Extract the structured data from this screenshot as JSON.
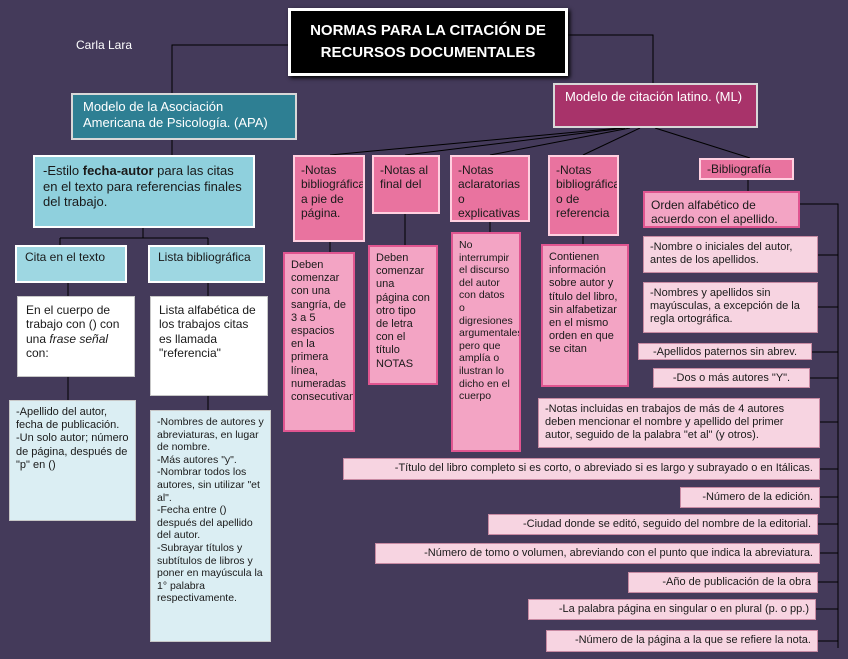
{
  "title": "NORMAS PARA LA CITACIÓN DE RECURSOS DOCUMENTALES",
  "author": "Carla Lara",
  "apa": {
    "heading": "Modelo de la Asociación Americana de Psicología. (APA)",
    "description_prefix": "-Estilo ",
    "description_bold": "fecha-autor",
    "description_suffix": " para las citas en el texto para referencias finales del trabajo.",
    "cita_title": "Cita en el texto",
    "cita_desc_prefix": "En el cuerpo de trabajo con () con una ",
    "cita_desc_italic": "frase señal",
    "cita_desc_suffix": " con:",
    "cita_items": "-Apellido del autor, fecha de publicación.\n-Un solo autor; número de página, después de \"p\" en ()",
    "lista_title": "Lista bibliográfica",
    "lista_desc": "Lista alfabética de los trabajos citas es llamada \"referencia\"",
    "lista_items": "-Nombres de autores y abreviaturas, en lugar de nombre.\n-Más autores \"y\".\n-Nombrar todos los autores, sin utilizar \"et al\".\n-Fecha entre () después del apellido del autor.\n-Subrayar títulos y subtítulos de libros y poner en mayúscula la 1° palabra respectivamente."
  },
  "ml": {
    "heading": "Modelo de citación latino. (ML)",
    "categories": [
      {
        "label": "-Notas bibliográficas a pie de página.",
        "detail": "Deben comenzar con una sangría, de 3 a 5 espacios en la primera línea, numeradas consecutivamente."
      },
      {
        "label": "-Notas al final del",
        "detail": "Deben comenzar una página con otro tipo de letra con el título NOTAS"
      },
      {
        "label": "-Notas aclaratorias o explicativas",
        "detail": "No interrumpir el discurso del autor con datos o digresiones argumentales, pero que amplía o ilustran lo dicho en el cuerpo"
      },
      {
        "label": "-Notas bibliográficas o de referencia",
        "detail": "Contienen información sobre autor y título del libro, sin alfabetizar en el mismo orden en que se citan"
      }
    ],
    "bibliografia": {
      "label": "-Bibliografía",
      "subhead": "Orden alfabético de acuerdo con el apellido.",
      "items": [
        "-Nombre o iniciales del autor, antes de los apellidos.",
        "-Nombres y apellidos sin mayúsculas, a excepción de la regla ortográfica.",
        "-Apellidos paternos sin abrev.",
        "-Dos o más autores \"Y\".",
        "-Notas incluidas en trabajos de más de 4 autores deben mencionar el nombre y apellido del primer autor, seguido de la palabra \"et al\" (y otros).",
        "-Título del libro completo si es corto, o abreviado si es largo y subrayado o en Itálicas.",
        "-Número de la edición.",
        "-Ciudad donde se editó, seguido del nombre de la editorial.",
        "-Número de tomo o volumen, abreviando con el punto que indica la abreviatura.",
        "-Año de publicación de la obra",
        "-La palabra página en singular o en plural (p. o pp.)",
        "-Número de la página a la que se refiere la nota."
      ]
    }
  },
  "colors": {
    "background": "#443a5a",
    "apa_heading": "#2e7f93",
    "ml_heading": "#a8336a",
    "teal_box": "#8fd0dd",
    "pink_head": "#e9739f",
    "pink_box": "#f3a4c4",
    "light_pink": "#f7d4e1"
  }
}
